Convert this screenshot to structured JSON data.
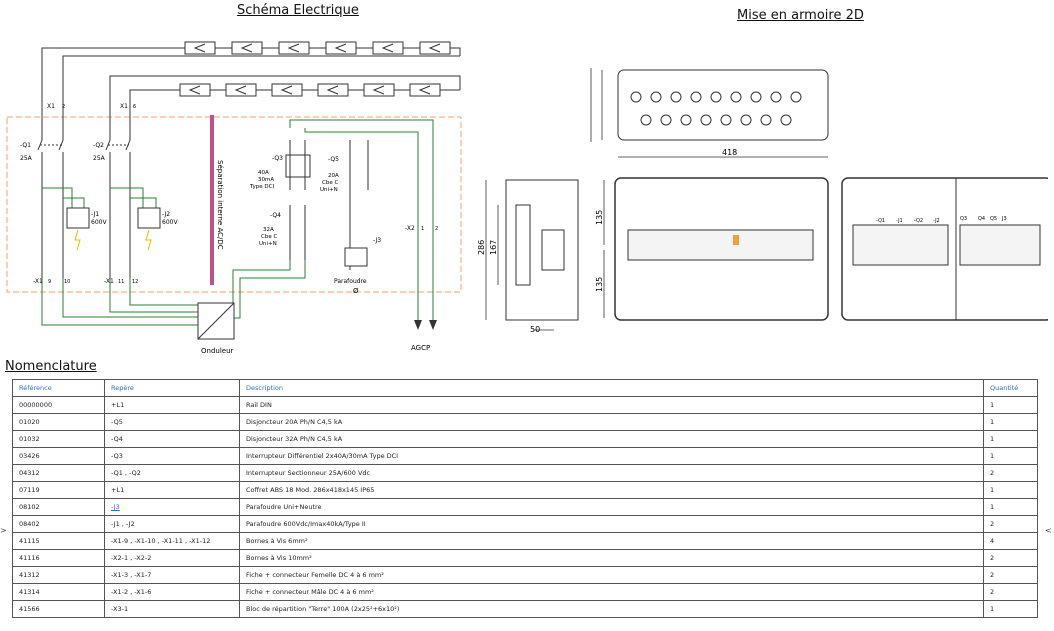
{
  "titles": {
    "schema": "Schéma Electrique",
    "armoire": "Mise en armoire 2D",
    "nomenclature": "Nomenclature"
  },
  "schema_labels": {
    "x1_2": "X1",
    "x1_2_n": "2",
    "x1_6": "X1",
    "x1_6_n": "6",
    "q1": "-Q1",
    "q1_rating": "25A",
    "q2": "-Q2",
    "q2_rating": "25A",
    "j1": "-J1",
    "j1_v": "600V",
    "j2": "-J2",
    "j2_v": "600V",
    "sep": "Séparation interne AC/DC",
    "q3": "-Q3",
    "q3_desc": [
      "40A",
      "30mA",
      "Type DCI"
    ],
    "q4": "-Q4",
    "q4_desc": [
      "32A",
      "Cbe C",
      "Uni+N"
    ],
    "q5": "-Q5",
    "q5_desc": [
      "20A",
      "Cbe C",
      "Uni+N"
    ],
    "j3": "-J3",
    "parafoudre": "Parafoudre",
    "parafoudre_sym": "Ø",
    "x2": "-X2",
    "x2_1": "1",
    "x2_2": "2",
    "x1_9": "-X1",
    "x1_9_n": "9",
    "x1_10_n": "10",
    "x1_11": "-X1",
    "x1_11_n": "11",
    "x1_12_n": "12",
    "onduleur": "Onduleur",
    "agcp": "AGCP"
  },
  "armoire_labels": {
    "dim_418": "418",
    "dim_286": "286",
    "dim_167": "167",
    "dim_135a": "135",
    "dim_135b": "135",
    "dim_50": "50",
    "comp_q1": "-Q1",
    "comp_j1": "-J1",
    "comp_q2": "-Q2",
    "comp_j2": "-J2",
    "comp_q3": "Q3",
    "comp_q4": "Q4",
    "comp_q5": "Q5",
    "comp_j3": "J3"
  },
  "table": {
    "headers": [
      "Référence",
      "Repère",
      "Description",
      "Quantité"
    ],
    "rows": [
      [
        "00000000",
        "+L1",
        "Rail DIN",
        "1"
      ],
      [
        "01020",
        "-Q5",
        "Disjoncteur 20A Ph/N C4,5 kA",
        "1"
      ],
      [
        "01032",
        "-Q4",
        "Disjoncteur 32A Ph/N C4,5 kA",
        "1"
      ],
      [
        "03426",
        "-Q3",
        "Interrupteur Différentiel 2x40A/30mA Type DCI",
        "1"
      ],
      [
        "04312",
        "-Q1 , -Q2",
        "Interrupteur Sectionneur 25A/600 Vdc",
        "2"
      ],
      [
        "07119",
        "+L1",
        "Coffret ABS 18 Mod. 286x418x145 IP65",
        "1"
      ],
      [
        "08102",
        "-J3",
        "Parafoudre Uni+Neutre",
        "1"
      ],
      [
        "08402",
        "-J1 , -J2",
        "Parafoudre 600Vdc/Imax40kA/Type II",
        "2"
      ],
      [
        "41115",
        "-X1-9 , -X1-10 , -X1-11 , -X1-12",
        "Bornes à Vis 6mm²",
        "4"
      ],
      [
        "41116",
        "-X2-1 , -X2-2",
        "Bornes à Vis 10mm²",
        "2"
      ],
      [
        "41312",
        "-X1-3 , -X1-7",
        "Fiche + connecteur Femelle DC 4 à 6 mm²",
        "2"
      ],
      [
        "41314",
        "-X1-2 , -X1-6",
        "Fiche + connecteur Mâle DC 4 à 6 mm²",
        "2"
      ],
      [
        "41566",
        "-X3-1",
        "Bloc de répartition \"Terre\" 100A (2x25²+6x10²)",
        "1"
      ]
    ],
    "link_row": 6
  },
  "side_marks": {
    "left": ">",
    "right": "<"
  },
  "colors": {
    "wire_green": "#2e7d32",
    "wire_dark": "#333333",
    "dashed_orange": "#f0a070",
    "separator": "#c0508a",
    "header_blue": "#2f6fb5",
    "lightning": "#e0c000"
  }
}
